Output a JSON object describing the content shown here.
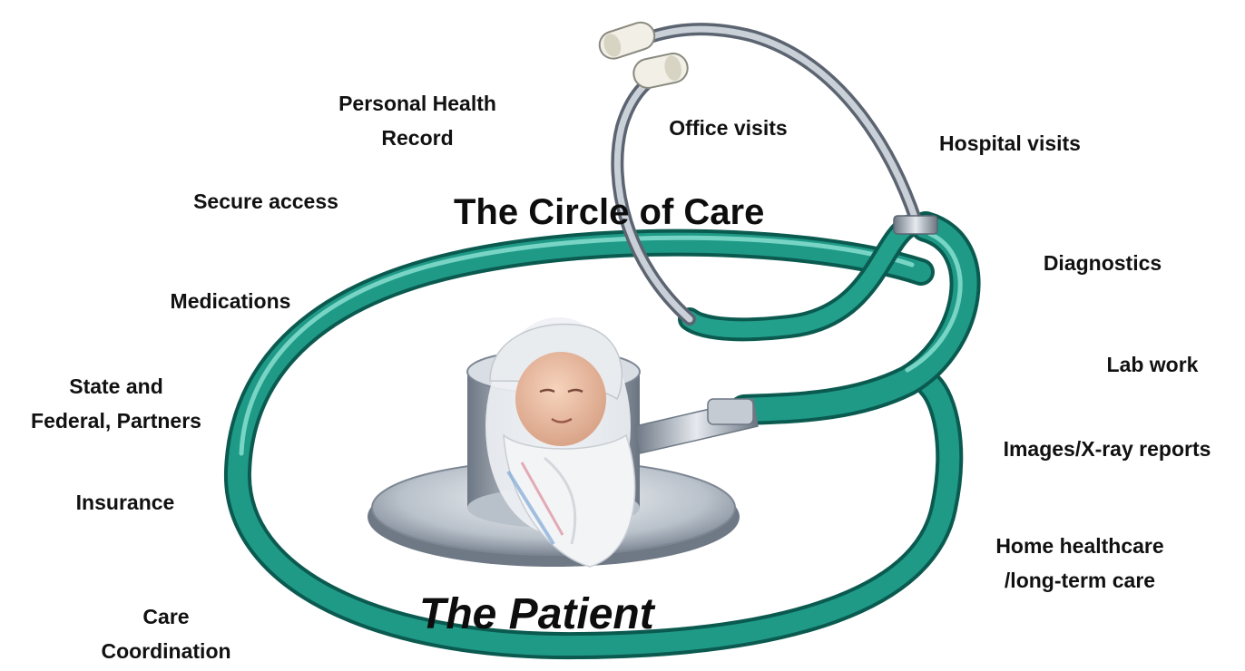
{
  "diagram": {
    "title": "The Circle of Care",
    "center_label": "The Patient",
    "left_items": [
      [
        "Personal Health",
        "Record"
      ],
      [
        "Secure access"
      ],
      [
        "Medications"
      ],
      [
        "State and",
        "Federal, Partners"
      ],
      [
        "Insurance"
      ],
      [
        "Care",
        "Coordination"
      ]
    ],
    "right_items": [
      [
        "Office visits"
      ],
      [
        "Hospital visits"
      ],
      [
        "Diagnostics"
      ],
      [
        "Lab work"
      ],
      [
        "Images/X-ray reports"
      ],
      [
        "Home healthcare",
        "/long-term care"
      ]
    ]
  },
  "colors": {
    "tubing": "#1e8a7a",
    "tubing_highlight": "#6fd0c0",
    "metal": "#9aa4b0",
    "text": "#111111"
  },
  "icons": {
    "stethoscope": "stethoscope-icon",
    "patient": "baby-photo"
  }
}
